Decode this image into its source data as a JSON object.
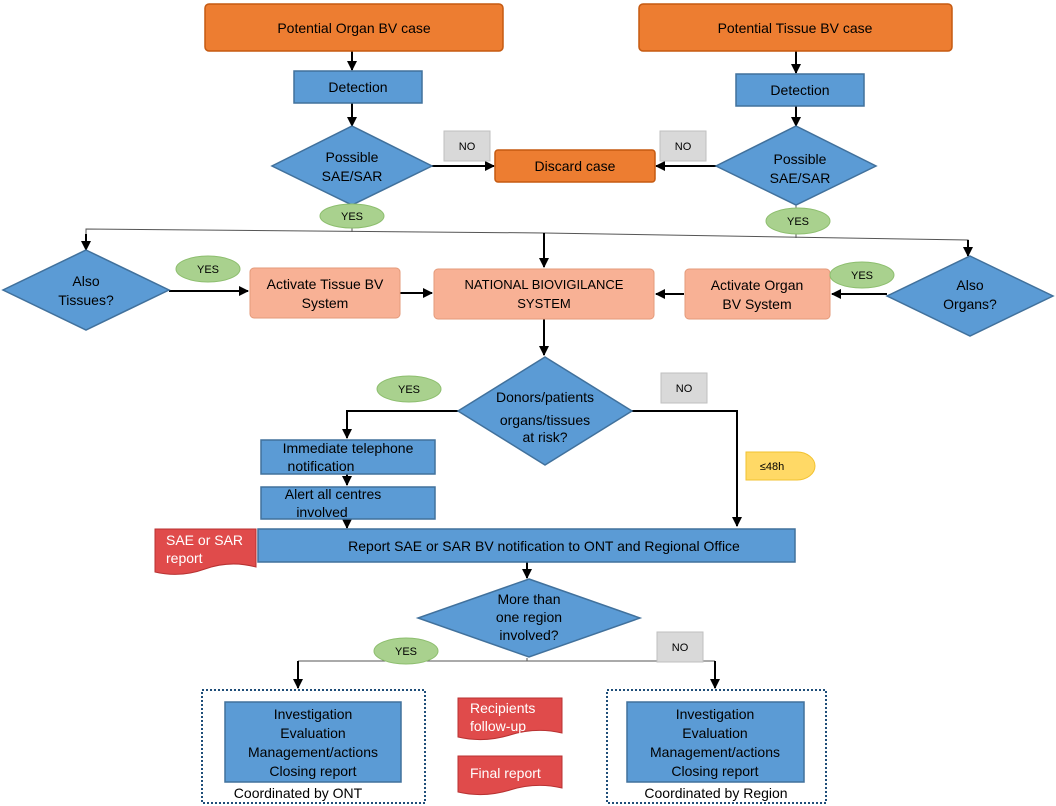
{
  "nodes": {
    "organ_case": "Potential  Organ BV case",
    "tissue_case": "Potential  Tissue BV case",
    "detection_left": "Detection",
    "detection_right": "Detection",
    "possible_left": [
      "Possible",
      "SAE/SAR"
    ],
    "possible_right": [
      "Possible",
      "SAE/SAR"
    ],
    "discard": "Discard case",
    "also_tissues": [
      "Also",
      "Tissues?"
    ],
    "also_organs": [
      "Also",
      "Organs?"
    ],
    "activate_tissue": [
      "Activate Tissue BV",
      "System"
    ],
    "activate_organ": [
      "Activate Organ",
      "BV System"
    ],
    "national": [
      "NATIONAL BIOVIGILANCE",
      "SYSTEM"
    ],
    "donors_at_risk": [
      "Donors/patients",
      "organs/tissues",
      "at risk?"
    ],
    "immediate_phone": [
      "Immediate telephone",
      "notification"
    ],
    "alert_centres": [
      "Alert all centres",
      "involved"
    ],
    "sae_report": [
      "SAE or SAR",
      "report"
    ],
    "report_notification": "Report SAE or SAR BV notification to ONT and Regional Office",
    "more_than_one_region": [
      "More than",
      "one region",
      "involved?"
    ],
    "ont_box": [
      "Investigation",
      "Evaluation",
      "Management/actions",
      "Closing report"
    ],
    "region_box": [
      "Investigation",
      "Evaluation",
      "Management/actions",
      "Closing report"
    ],
    "coordinated_ont": "Coordinated by ONT",
    "coordinated_region": "Coordinated by Region",
    "recipients_followup": [
      "Recipients",
      "follow-up"
    ],
    "final_report": "Final report",
    "within_48h": "≤48h"
  },
  "labels": {
    "yes": "YES",
    "no": "NO"
  },
  "colors": {
    "start_orange": "#ED7D31",
    "process_blue": "#5B9BD5",
    "system_salmon": "#F8B195",
    "yes_green": "#A9D18E",
    "no_grey": "#D9D9D9",
    "document_red": "#E04B4B",
    "time_yellow": "#FFD966",
    "frame_dotted": "#1F4E79"
  }
}
